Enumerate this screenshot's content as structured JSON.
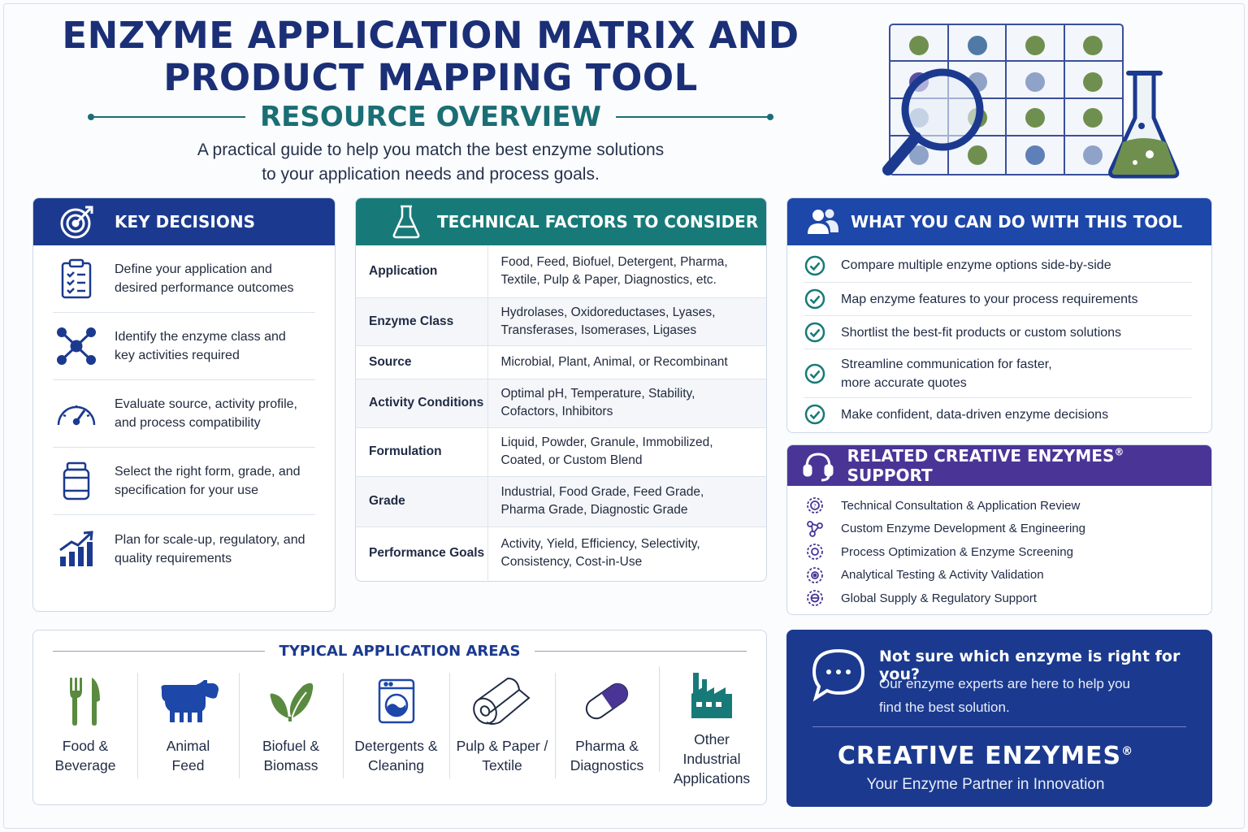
{
  "header": {
    "title_line1": "ENZYME APPLICATION MATRIX AND",
    "title_line2": "PRODUCT MAPPING TOOL",
    "subtitle": "RESOURCE OVERVIEW",
    "intro_line1": "A practical guide to help you match the best enzyme solutions",
    "intro_line2": "to your application needs and process goals."
  },
  "key_decisions": {
    "title": "KEY DECISIONS",
    "items": [
      {
        "icon": "clipboard-checklist-icon",
        "line1": "Define your application and",
        "line2": "desired performance outcomes"
      },
      {
        "icon": "molecule-network-icon",
        "line1": "Identify the enzyme class and",
        "line2": "key activities required"
      },
      {
        "icon": "gauge-icon",
        "line1": "Evaluate source, activity profile,",
        "line2": "and process compatibility"
      },
      {
        "icon": "jar-icon",
        "line1": "Select the right form, grade, and",
        "line2": "specification for your use"
      },
      {
        "icon": "growth-chart-icon",
        "line1": "Plan for scale-up, regulatory, and",
        "line2": "quality requirements"
      }
    ]
  },
  "technical_factors": {
    "title": "TECHNICAL FACTORS TO CONSIDER",
    "rows": [
      {
        "key": "Application",
        "line1": "Food, Feed, Biofuel, Detergent, Pharma,",
        "line2": "Textile, Pulp & Paper, Diagnostics, etc."
      },
      {
        "key": "Enzyme Class",
        "line1": "Hydrolases, Oxidoreductases, Lyases,",
        "line2": "Transferases, Isomerases, Ligases"
      },
      {
        "key": "Source",
        "line1": "Microbial, Plant, Animal, or Recombinant",
        "line2": ""
      },
      {
        "key": "Activity Conditions",
        "line1": "Optimal pH, Temperature, Stability,",
        "line2": "Cofactors, Inhibitors"
      },
      {
        "key": "Formulation",
        "line1": "Liquid, Powder, Granule, Immobilized,",
        "line2": "Coated, or Custom Blend"
      },
      {
        "key": "Grade",
        "line1": "Industrial, Food Grade, Feed Grade,",
        "line2": "Pharma Grade, Diagnostic Grade"
      },
      {
        "key": "Performance Goals",
        "line1": "Activity, Yield, Efficiency, Selectivity,",
        "line2": "Consistency, Cost-in-Use"
      }
    ]
  },
  "what_you_can_do": {
    "title": "WHAT YOU CAN DO WITH THIS TOOL",
    "items": [
      {
        "line1": "Compare multiple enzyme options side-by-side",
        "line2": ""
      },
      {
        "line1": "Map enzyme features to your process requirements",
        "line2": ""
      },
      {
        "line1": "Shortlist the best-fit products or custom solutions",
        "line2": ""
      },
      {
        "line1": "Streamline communication for faster,",
        "line2": "more accurate quotes"
      },
      {
        "line1": "Make confident, data-driven enzyme decisions",
        "line2": ""
      }
    ]
  },
  "related_support": {
    "title": "RELATED CREATIVE ENZYMES",
    "title_mark": "®",
    "title_suffix": " SUPPORT",
    "items": [
      "Technical Consultation & Application Review",
      "Custom Enzyme Development & Engineering",
      "Process Optimization & Enzyme Screening",
      "Analytical Testing & Activity Validation",
      "Global Supply & Regulatory Support"
    ]
  },
  "application_areas": {
    "title": "TYPICAL APPLICATION AREAS",
    "items": [
      {
        "icon": "fork-knife-icon",
        "line1": "Food &",
        "line2": "Beverage",
        "line3": ""
      },
      {
        "icon": "cow-icon",
        "line1": "Animal",
        "line2": "Feed",
        "line3": ""
      },
      {
        "icon": "leaf-icon",
        "line1": "Biofuel &",
        "line2": "Biomass",
        "line3": ""
      },
      {
        "icon": "washing-machine-icon",
        "line1": "Detergents &",
        "line2": "Cleaning",
        "line3": ""
      },
      {
        "icon": "paper-roll-icon",
        "line1": "Pulp & Paper /",
        "line2": "Textile",
        "line3": ""
      },
      {
        "icon": "capsule-icon",
        "line1": "Pharma &",
        "line2": "Diagnostics",
        "line3": ""
      },
      {
        "icon": "factory-icon",
        "line1": "Other",
        "line2": "Industrial",
        "line3": "Applications"
      }
    ]
  },
  "cta": {
    "question": "Not sure which enzyme is right for you?",
    "answer_line1": "Our enzyme experts are here to help you",
    "answer_line2": "find the best solution.",
    "brand": "CREATIVE ENZYMES",
    "brand_mark": "®",
    "tagline": "Your Enzyme Partner in Innovation"
  },
  "colors": {
    "navy": "#1b3a8f",
    "teal": "#187a78",
    "royal": "#1d47a8",
    "purple": "#4a3597",
    "green": "#5a8a3f"
  }
}
